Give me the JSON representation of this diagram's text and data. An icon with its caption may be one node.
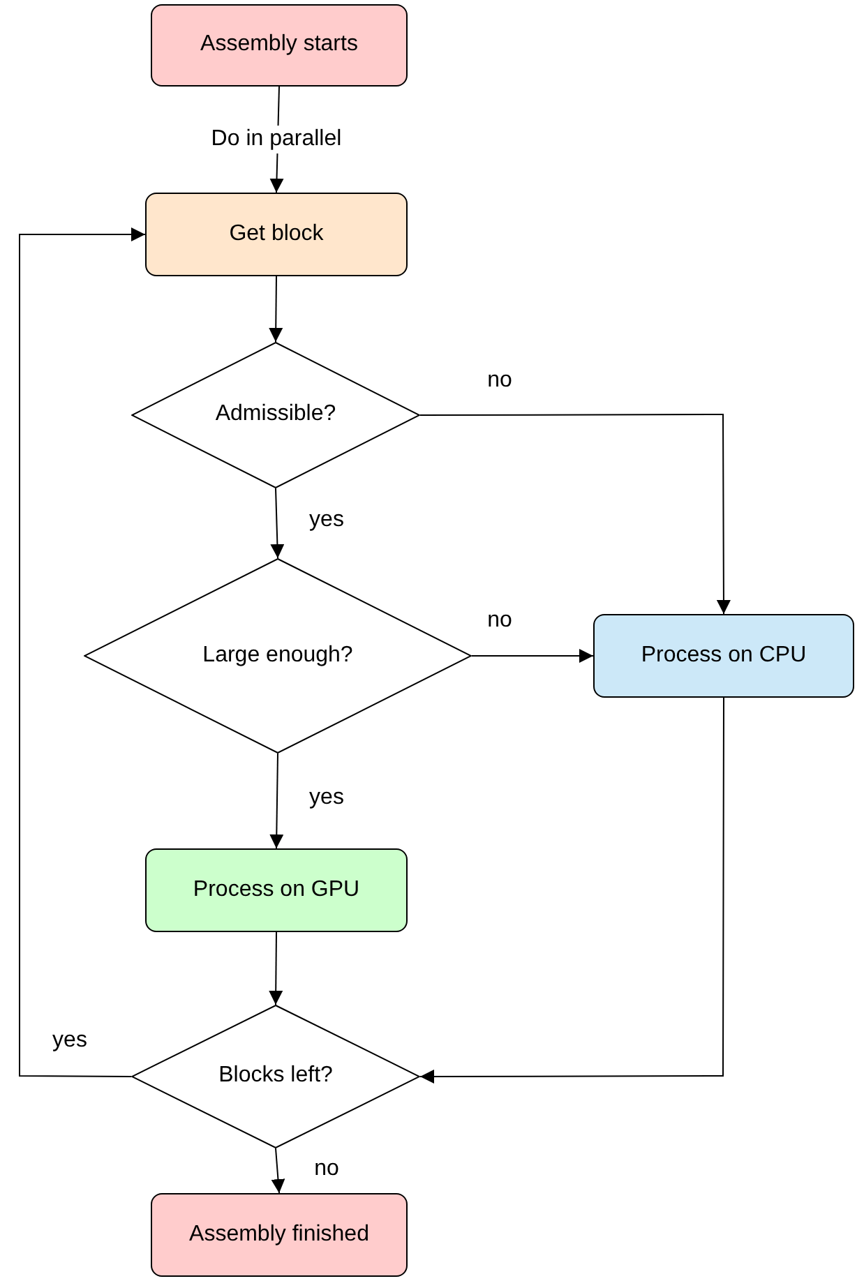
{
  "diagram": {
    "nodes": [
      {
        "text": [
          "Assembly starts"
        ]
      },
      {
        "text": [
          "Get block"
        ]
      },
      {
        "text": [
          "Admissible?"
        ]
      },
      {
        "text": [
          "Large enough?"
        ]
      },
      {
        "text": [
          "Process on CPU"
        ]
      },
      {
        "text": [
          "Process on GPU"
        ]
      },
      {
        "text": [
          "Blocks left?"
        ]
      },
      {
        "text": [
          "Assembly finished"
        ]
      }
    ],
    "edges": [
      {
        "from": 0,
        "to": 1,
        "arrow": "to",
        "label": "Do in parallel"
      },
      {
        "from": 1,
        "to": 2,
        "arrow": "to"
      },
      {
        "from": 2,
        "to": 4,
        "arrow": "to",
        "label": "no"
      },
      {
        "from": 2,
        "to": 3,
        "arrow": "to",
        "label": "yes"
      },
      {
        "from": 3,
        "to": 4,
        "arrow": "to",
        "label": "no"
      },
      {
        "from": 3,
        "to": 5,
        "arrow": "to",
        "label": "yes"
      },
      {
        "from": 5,
        "to": 6,
        "arrow": "to"
      },
      {
        "from": 4,
        "to": 6,
        "arrow": "to"
      },
      {
        "from": 6,
        "to": 1,
        "arrow": "to",
        "label": "yes"
      },
      {
        "from": 6,
        "to": 7,
        "arrow": "to",
        "label": "no"
      }
    ]
  }
}
